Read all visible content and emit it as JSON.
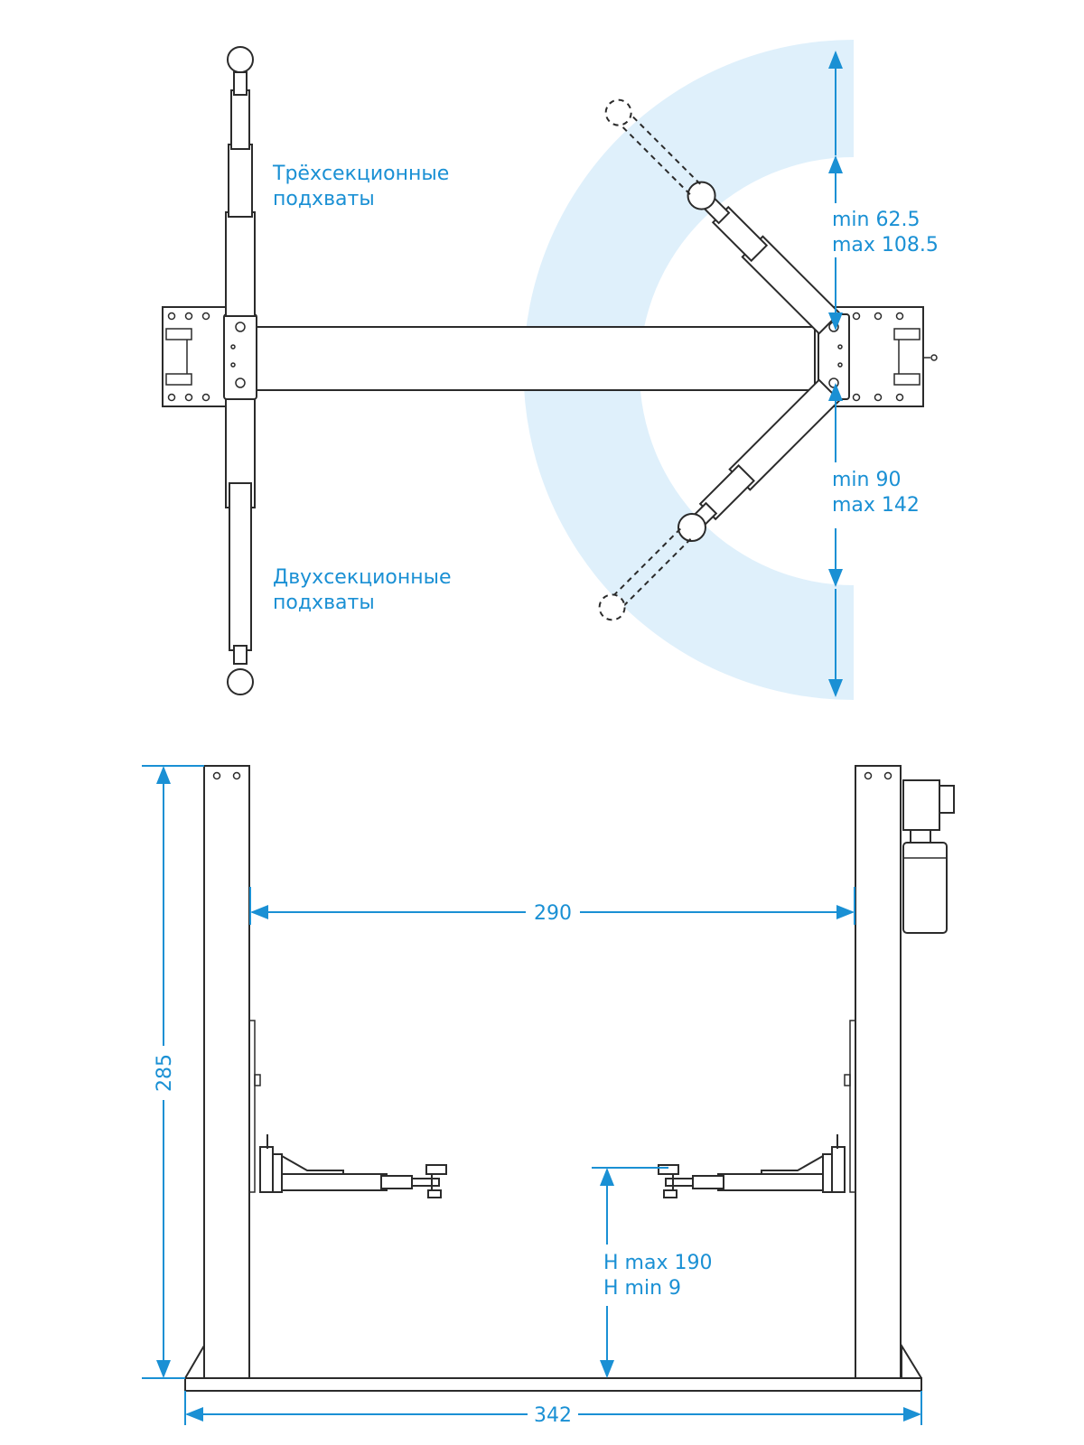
{
  "colors": {
    "accent": "#1a90d4",
    "zone": "#dff0fb",
    "line": "#2b2b2b"
  },
  "labels": {
    "three_section": [
      "Трёхсекционные",
      "подхваты"
    ],
    "two_section": [
      "Двухсекционные",
      "подхваты"
    ],
    "upper_arm_range": [
      "min 62.5",
      "max 108.5"
    ],
    "lower_arm_range": [
      "min 90",
      "max 142"
    ]
  },
  "dimensions": {
    "inner_width": "290",
    "height": "285",
    "base_width": "342",
    "lift_height": [
      "H max 190",
      "H min 9"
    ]
  }
}
